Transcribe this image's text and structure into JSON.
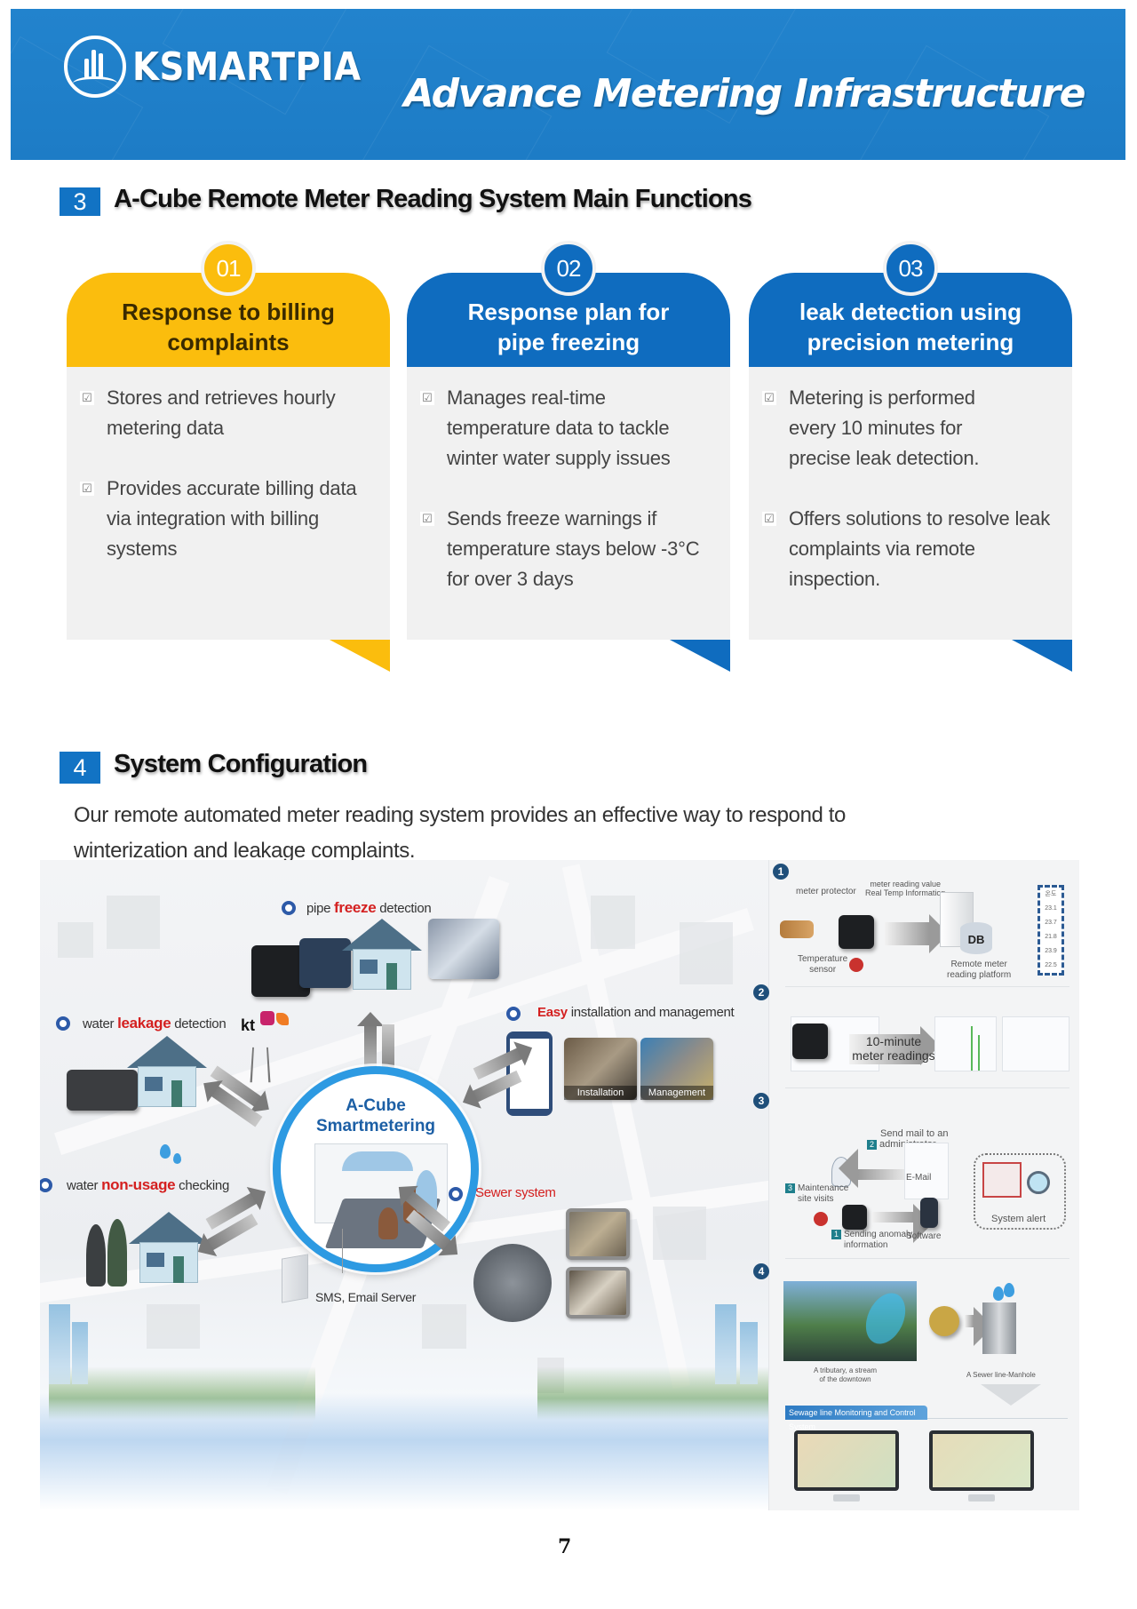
{
  "header": {
    "brand": "KSMARTPIA",
    "title": "Advance Metering Infrastructure",
    "background_color": "#1f7fc8"
  },
  "section3": {
    "number": "3",
    "title": "A-Cube Remote Meter Reading System Main Functions",
    "cards": [
      {
        "number": "01",
        "title_line1": "Response to billing",
        "title_line2": "complaints",
        "color": "#fbbd0d",
        "items": [
          "Stores and retrieves hourly metering data",
          "Provides accurate billing data via integration with billing systems"
        ]
      },
      {
        "number": "02",
        "title_line1": "Response plan for",
        "title_line2": "pipe freezing",
        "color": "#0f6cbf",
        "items": [
          "Manages real-time temperature data to tackle winter water supply issues",
          "Sends freeze warnings if temperature stays below -3°C for over 3 days"
        ]
      },
      {
        "number": "03",
        "title_line1": "leak detection using",
        "title_line2": "precision metering",
        "color": "#0f6cbf",
        "items": [
          "Metering is performed every 10 minutes for precise leak detection.",
          "Offers solutions to resolve leak complaints via remote inspection."
        ]
      }
    ]
  },
  "section4": {
    "number": "4",
    "title": "System Configuration",
    "description_line1": "Our remote automated meter reading system provides an effective way to respond to",
    "description_line2": "winterization and leakage complaints."
  },
  "diagram": {
    "hub_line1": "A-Cube",
    "hub_line2": "Smartmetering",
    "labels": {
      "pipe_freeze": {
        "pre": "pipe ",
        "highlight": "freeze",
        "post": " detection"
      },
      "water_leakage": {
        "pre": "water ",
        "highlight": "leakage",
        "post": " detection"
      },
      "easy_install": {
        "pre": "",
        "highlight": "Easy",
        "post": " installation and management"
      },
      "non_usage": {
        "pre": "water ",
        "highlight": "non-usage",
        "post": " checking"
      },
      "sewer": {
        "pre": "",
        "highlight": "Sewer system",
        "post": ""
      }
    },
    "telecom": "kt",
    "photo_captions": [
      "Installation",
      "Management"
    ],
    "sms_server": "SMS, Email Server",
    "right_panel": {
      "steps": [
        "1",
        "2",
        "3",
        "4"
      ],
      "step1": {
        "meter_protector": "meter protector",
        "reading_value_line1": "meter reading value",
        "reading_value_line2": "Real Temp Information",
        "temperature_sensor_line1": "Temperature",
        "temperature_sensor_line2": "sensor",
        "db": "DB",
        "platform_line1": "Remote meter",
        "platform_line2": "reading platform",
        "table_header": "온도",
        "table_values": [
          "23.1",
          "23.7",
          "21.8",
          "23.9",
          "22.5"
        ]
      },
      "step2": {
        "line1": "10-minute",
        "line2": "meter readings"
      },
      "step3": {
        "send_mail_line1": "Send mail to an",
        "send_mail_line2": "administrator",
        "send_mail_num": "2",
        "maintenance_line1": "Maintenance",
        "maintenance_line2": "site visits",
        "maintenance_num": "3",
        "email": "E-Mail",
        "software": "Software",
        "anomaly_line1": "Sending anomaly",
        "anomaly_line2": "information",
        "anomaly_num": "1",
        "system_alert": "System alert"
      },
      "step4": {
        "tributary_line1": "A tributary, a stream",
        "tributary_line2": "of the downtown",
        "manhole": "A Sewer line-Manhole",
        "band": "Sewage line Monitoring and Control System"
      }
    }
  },
  "footer": {
    "page_number": "7"
  }
}
